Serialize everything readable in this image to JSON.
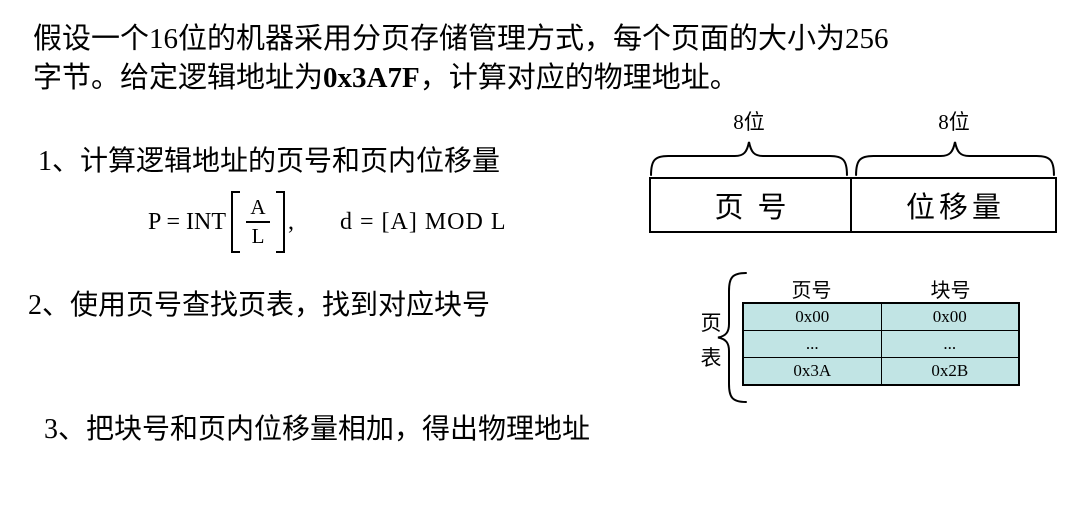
{
  "title": {
    "line1": "假设一个16位的机器采用分页存储管理方式，每个页面的大小为256",
    "line2_prefix": "字节。给定逻辑地址为",
    "line2_address": "0x3A7F",
    "line2_suffix": "，计算对应的物理地址。"
  },
  "steps": {
    "step1": "1、计算逻辑地址的页号和页内位移量",
    "step2": "2、使用页号查找页表，找到对应块号",
    "step3": "3、把块号和页内位移量相加，得出物理地址"
  },
  "formula": {
    "p_lhs": "P = INT",
    "numerator": "A",
    "denominator": "L",
    "comma": ",",
    "d_formula": "d = [A] MOD L"
  },
  "address_diagram": {
    "left_bits_label": "8位",
    "right_bits_label": "8位",
    "left_field": "页号",
    "right_field": "位移量"
  },
  "page_table": {
    "side_label": "页表",
    "headers": [
      "页号",
      "块号"
    ],
    "rows": [
      [
        "0x00",
        "0x00"
      ],
      [
        "...",
        "..."
      ],
      [
        "0x3A",
        "0x2B"
      ]
    ],
    "cell_color": "#c1e4e4"
  }
}
